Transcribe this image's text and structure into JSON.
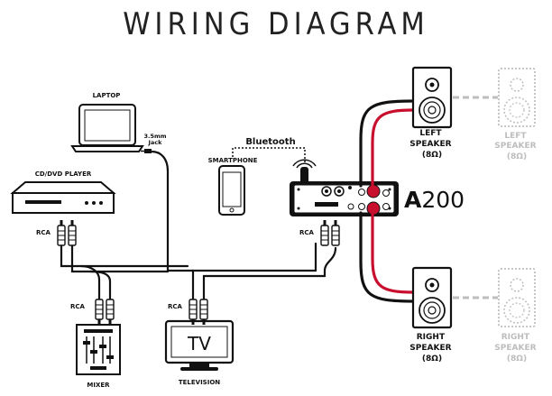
{
  "title": "WIRING DIAGRAM",
  "devices": {
    "laptop": "LAPTOP",
    "cd_dvd_player": "CD/DVD PLAYER",
    "smartphone": "SMARTPHONE",
    "mixer": "MIXER",
    "television": "TELEVISION",
    "tv_screen_text": "TV"
  },
  "connections": {
    "jack_line1": "3.5mm",
    "jack_line2": "Jack",
    "bluetooth": "Bluetooth",
    "rca": "RCA"
  },
  "amplifier": {
    "brand_bold": "A",
    "brand_model": "200"
  },
  "speakers": {
    "left": [
      "LEFT",
      "SPEAKER",
      "(8Ω)"
    ],
    "right": [
      "RIGHT",
      "SPEAKER",
      "(8Ω)"
    ],
    "optional_left": [
      "LEFT",
      "SPEAKER",
      "(8Ω)"
    ],
    "optional_right": [
      "RIGHT",
      "SPEAKER",
      "(8Ω)"
    ]
  },
  "colors": {
    "wire": "#111111",
    "red_wire": "#c8102e",
    "optional": "#bdbdbd"
  }
}
